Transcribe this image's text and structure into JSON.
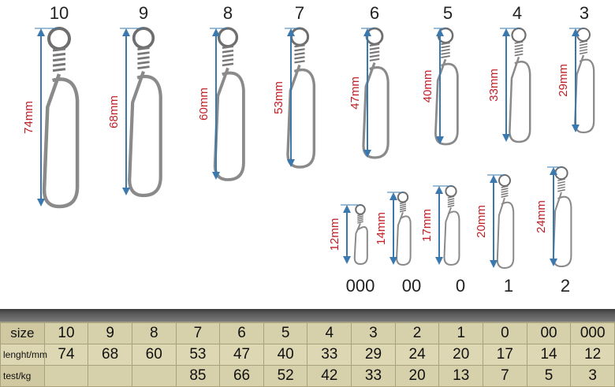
{
  "photo": {
    "top_row": [
      {
        "size": "10",
        "length": "74mm"
      },
      {
        "size": "9",
        "length": "68mm"
      },
      {
        "size": "8",
        "length": "60mm"
      },
      {
        "size": "7",
        "length": "53mm"
      },
      {
        "size": "6",
        "length": "47mm"
      },
      {
        "size": "5",
        "length": "40mm"
      },
      {
        "size": "4",
        "length": "33mm"
      },
      {
        "size": "3",
        "length": "29mm"
      }
    ],
    "bottom_row": [
      {
        "size": "000",
        "length": "12mm"
      },
      {
        "size": "00",
        "length": "14mm"
      },
      {
        "size": "0",
        "length": "17mm"
      },
      {
        "size": "1",
        "length": "20mm"
      },
      {
        "size": "2",
        "length": "24mm"
      }
    ],
    "colors": {
      "arrow": "#3b78ad",
      "label": "#c01f26",
      "wire": "#8a8a8a"
    }
  },
  "table": {
    "headers": {
      "size": "size",
      "length": "lenght/mm",
      "test": "test/kg"
    },
    "sizes": [
      "10",
      "9",
      "8",
      "7",
      "6",
      "5",
      "4",
      "3",
      "2",
      "1",
      "0",
      "00",
      "000"
    ],
    "lengths": [
      "74",
      "68",
      "60",
      "53",
      "47",
      "40",
      "33",
      "29",
      "24",
      "20",
      "17",
      "14",
      "12"
    ],
    "tests": [
      "",
      "",
      "",
      "85",
      "66",
      "52",
      "42",
      "33",
      "20",
      "13",
      "7",
      "5",
      "3"
    ]
  }
}
